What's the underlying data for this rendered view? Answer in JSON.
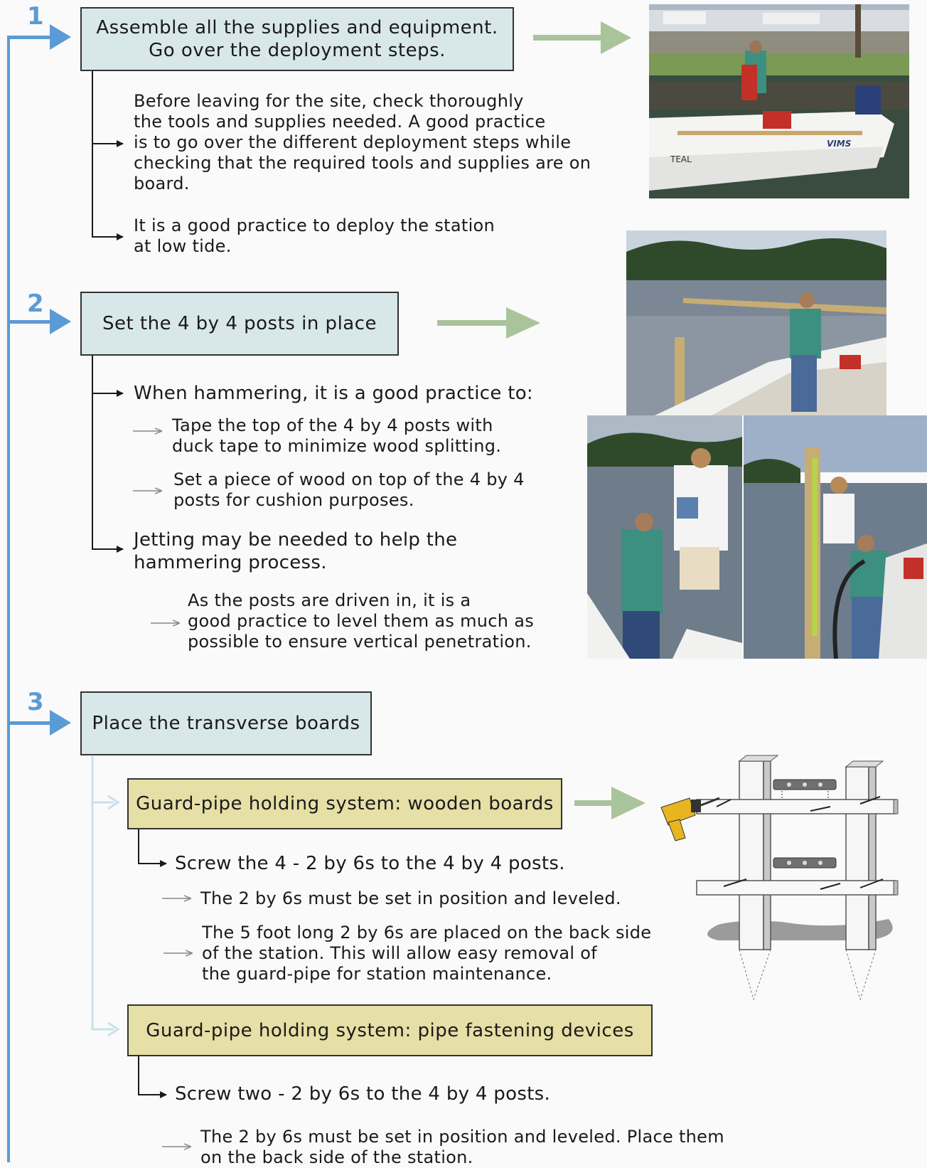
{
  "steps": [
    {
      "number": "1",
      "title_lines": [
        "Assemble all the supplies and equipment.",
        "Go over the deployment steps."
      ],
      "notes": [
        [
          "Before leaving for the site, check thoroughly",
          "the tools and supplies needed. A good practice",
          "is to go over the different deployment steps while",
          "checking that the required tools and supplies are on",
          "board."
        ],
        [
          "It is a good practice to deploy the station",
          "at low tide."
        ]
      ]
    },
    {
      "number": "2",
      "title": "Set the 4 by 4 posts in place",
      "hammer_intro": "When hammering, it is a good practice to:",
      "hammer_tips": [
        [
          "Tape the top of the 4 by 4 posts with",
          "duck tape to minimize wood splitting."
        ],
        [
          "Set a piece of wood on top of the 4 by 4",
          "posts for cushion purposes."
        ]
      ],
      "jetting": [
        "Jetting may be needed to help the",
        "hammering process."
      ],
      "level_note": [
        "As the posts are driven in, it is a",
        "good practice to level them as much as",
        "possible to ensure vertical penetration."
      ]
    },
    {
      "number": "3",
      "title": "Place the transverse boards",
      "systems": [
        {
          "title": "Guard-pipe holding system: wooden boards",
          "main": "Screw the 4 - 2 by 6s to the 4 by 4 posts.",
          "notes": [
            [
              "The 2 by 6s must be set in position and leveled."
            ],
            [
              "The 5 foot long 2 by 6s are placed on the back side",
              "of the station. This will allow easy removal of",
              "the guard-pipe for station maintenance."
            ]
          ]
        },
        {
          "title": "Guard-pipe holding system: pipe fastening devices",
          "main": "Screw two - 2 by 6s to the 4 by 4 posts.",
          "notes": [
            [
              "The 2 by 6s must be set in position and leveled. Place them",
              "on the back side of the station."
            ]
          ]
        }
      ]
    }
  ],
  "photo_texts": {
    "boat_name": "TEAL",
    "boat_logo": "VIMS"
  },
  "colors": {
    "step_blue": "#5b9bd5",
    "box_blue": "#d8e8ea",
    "box_tan": "#e6dfa6",
    "green_arrow": "#a9c49a",
    "light_connector": "#c9e1ea"
  }
}
